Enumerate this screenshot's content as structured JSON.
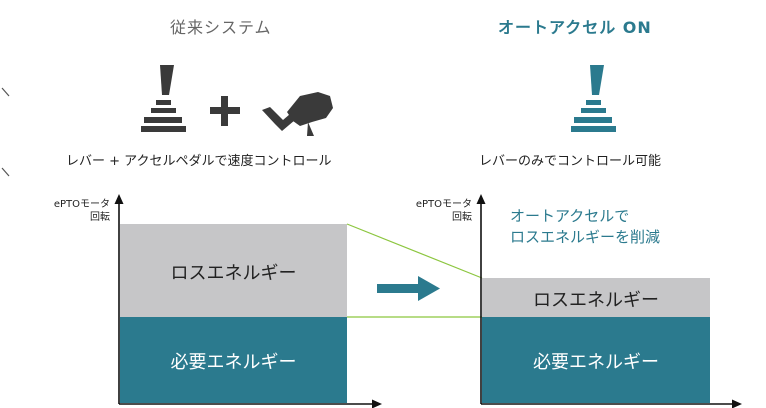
{
  "colors": {
    "teal": "#2b7a8e",
    "gray_block": "#c6c6c8",
    "dark_icon": "#3a3a3a",
    "green_line": "#8cc63f",
    "heading_gray": "#666666"
  },
  "left_panel": {
    "heading": "従来システム",
    "caption": "レバー + アクセルペダルで速度コントロール",
    "plus_sign": "+",
    "axis_label_line1": "ePTOモータ",
    "axis_label_line2": "回転",
    "loss_block_label": "ロスエネルギー",
    "required_block_label": "必要エネルギー"
  },
  "right_panel": {
    "heading": "オートアクセル ON",
    "caption": "レバーのみでコントロール可能",
    "axis_label_line1": "ePTOモータ",
    "axis_label_line2": "回転",
    "note_line1": "オートアクセルで",
    "note_line2": "ロスエネルギーを削減",
    "loss_block_label": "ロスエネルギー",
    "required_block_label": "必要エネルギー"
  },
  "icons": {
    "left_lever": "lever-icon",
    "pedal": "pedal-icon",
    "right_lever": "lever-icon",
    "arrow": "arrow-right-icon"
  }
}
